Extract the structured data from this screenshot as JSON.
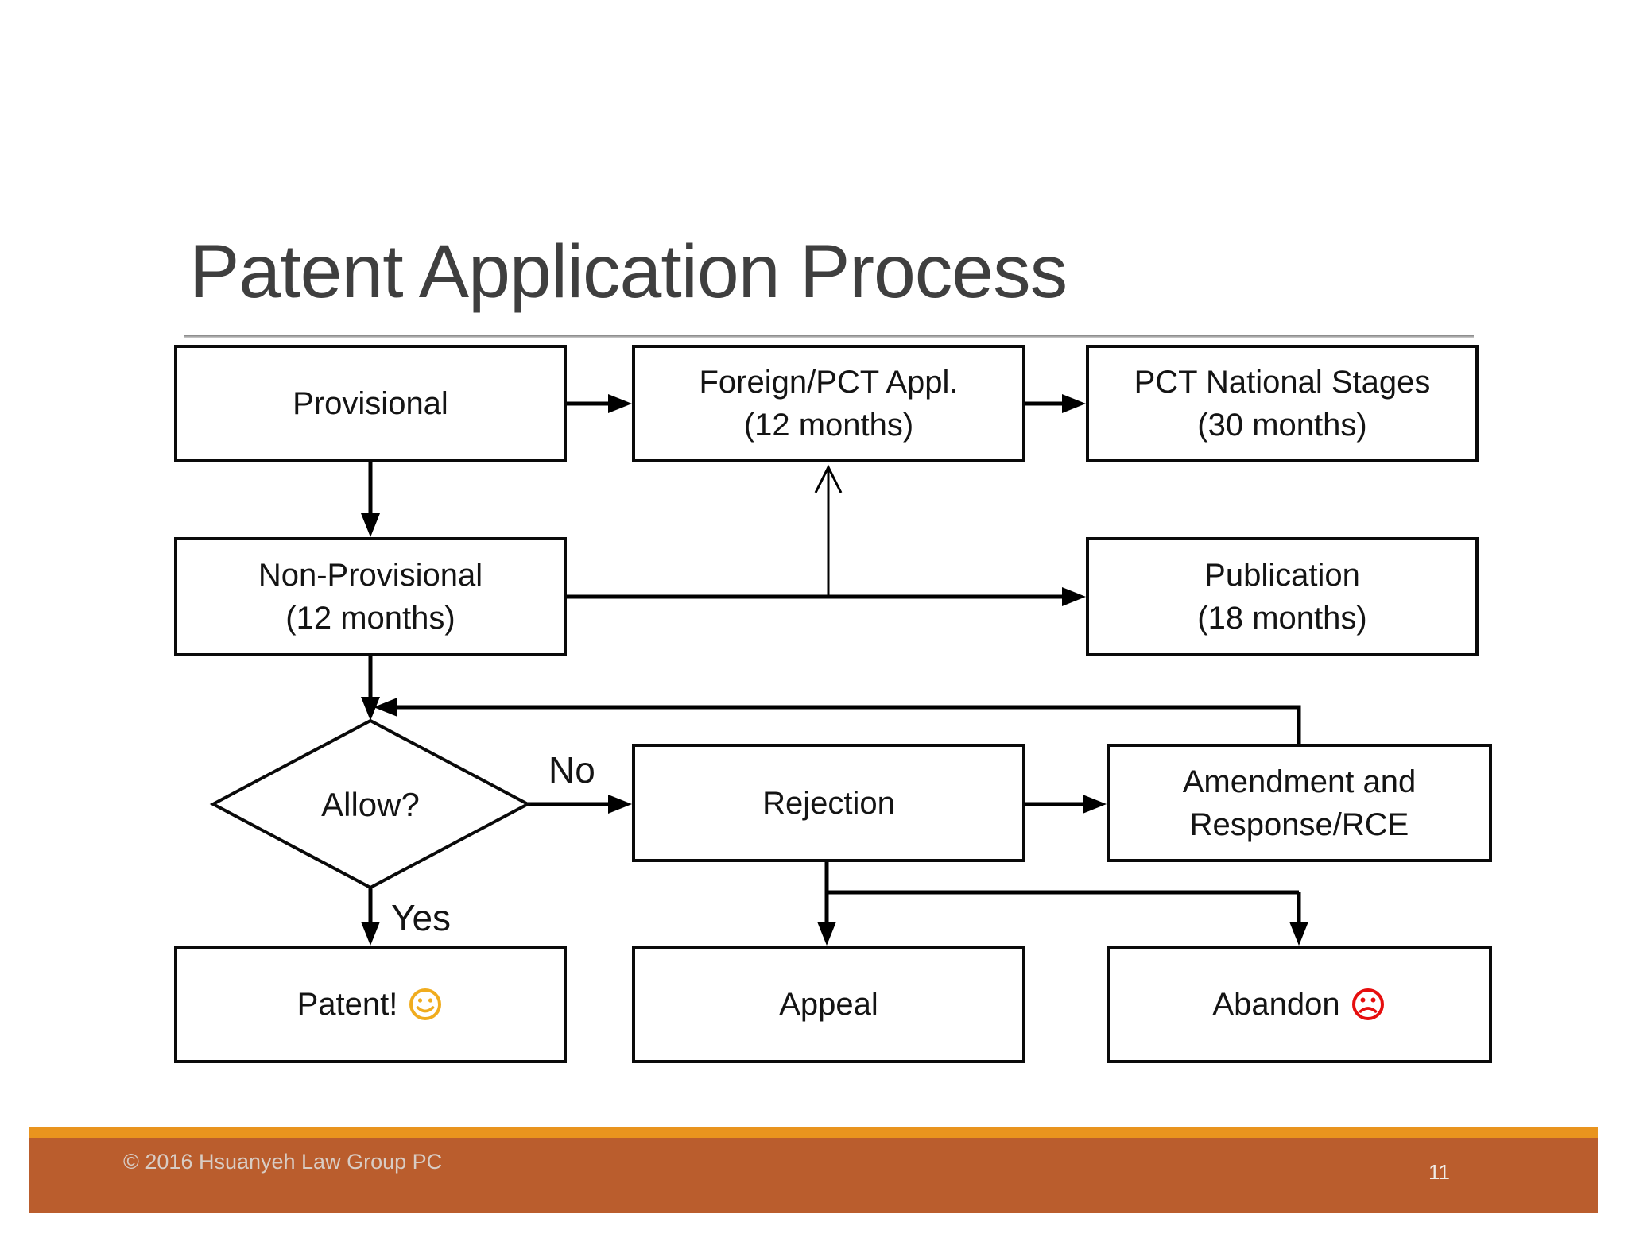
{
  "slide": {
    "title": "Patent Application Process",
    "footer": {
      "copyright": "© 2016 Hsuanyeh Law Group PC",
      "page_number": "11",
      "accent_color": "#E9941E",
      "bar_color": "#BA5D2D"
    }
  },
  "flowchart": {
    "nodes": {
      "provisional": {
        "line1": "Provisional"
      },
      "foreign_pct": {
        "line1": "Foreign/PCT Appl.",
        "line2": "(12 months)"
      },
      "pct_national": {
        "line1": "PCT National Stages",
        "line2": "(30 months)"
      },
      "non_provisional": {
        "line1": "Non-Provisional",
        "line2": "(12 months)"
      },
      "publication": {
        "line1": "Publication",
        "line2": "(18 months)"
      },
      "allow": {
        "line1": "Allow?"
      },
      "rejection": {
        "line1": "Rejection"
      },
      "amendment": {
        "line1": "Amendment and",
        "line2": "Response/RCE"
      },
      "patent": {
        "line1": "Patent!",
        "icon": "smiley-face"
      },
      "appeal": {
        "line1": "Appeal"
      },
      "abandon": {
        "line1": "Abandon",
        "icon": "sad-face"
      }
    },
    "branch_labels": {
      "no": "No",
      "yes": "Yes"
    },
    "colors": {
      "connector": "#000000",
      "node_border": "#0A0A0A",
      "smiley": "#F0AC1E",
      "frowny": "#E60E0E",
      "title_text": "#3F3F3F",
      "title_rule": "#8E8E8E"
    }
  }
}
